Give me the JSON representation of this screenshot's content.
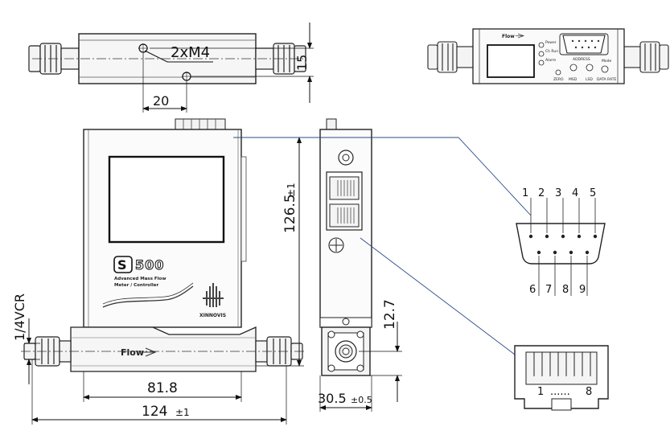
{
  "dimensions": {
    "thread": "2xM4",
    "hole_spacing": "20",
    "hole_offset": "15",
    "height": "126.5",
    "height_tol": "±1",
    "total_length": "124",
    "total_length_tol": "±1",
    "body_length": "81.8",
    "depth": "30.5",
    "depth_tol": "±0.5",
    "flow_axis_height": "12.7",
    "fitting": "1/4VCR"
  },
  "front_panel": {
    "brand_letter": "S",
    "brand_digits": "500",
    "product_line1": "Advanced Mass Flow",
    "product_line2": "Meter / Controller",
    "logo_text": "XINNOVIS",
    "flow_label": "Flow"
  },
  "top_panel": {
    "flow_label": "Flow",
    "led_labels": [
      "Power",
      "Ch Run",
      "Alarm"
    ],
    "bottom_labels": [
      "ZERO",
      "MSD",
      "LSD",
      "DATA RATE"
    ],
    "address_label": "ADDRESS",
    "mode_label": "Mode"
  },
  "db9": {
    "top_pins": [
      "1",
      "2",
      "3",
      "4",
      "5"
    ],
    "bottom_pins": [
      "6",
      "7",
      "8",
      "9"
    ]
  },
  "rj45": {
    "pin_first": "1",
    "pin_dots": "......",
    "pin_last": "8"
  }
}
